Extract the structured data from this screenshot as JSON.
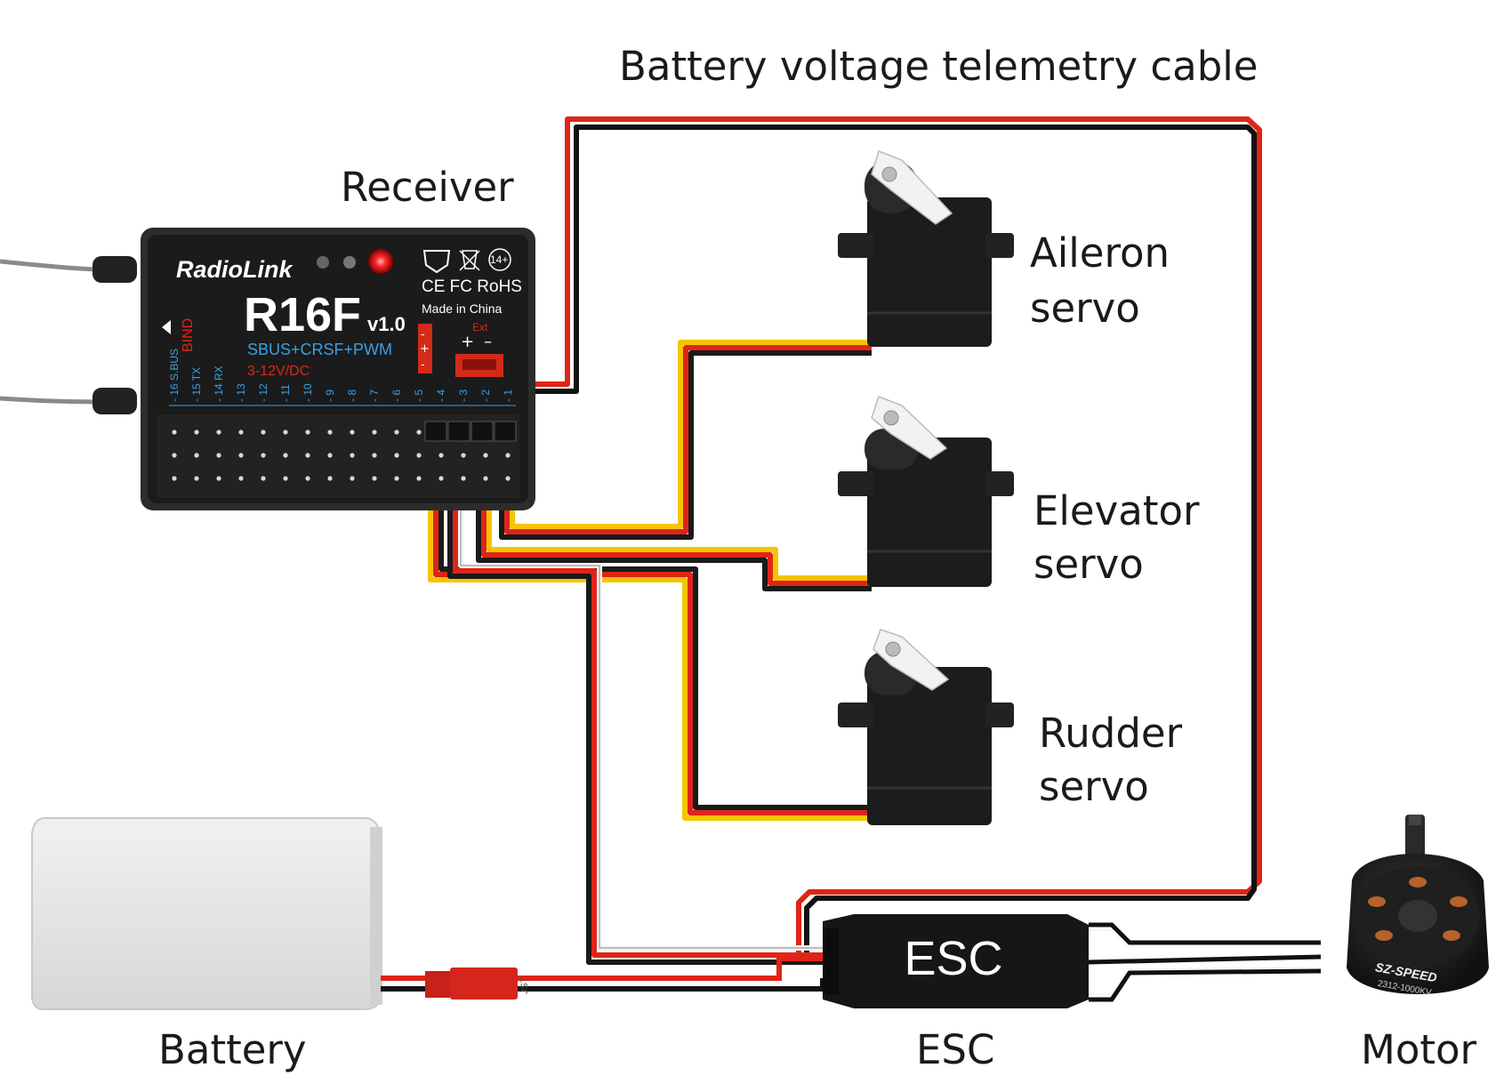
{
  "labels": {
    "telemetry_cable": "Battery voltage telemetry cable",
    "receiver": "Receiver",
    "aileron_line1": "Aileron",
    "aileron_line2": "servo",
    "elevator_line1": "Elevator",
    "elevator_line2": "servo",
    "rudder_line1": "Rudder",
    "rudder_line2": "servo",
    "battery": "Battery",
    "esc": "ESC",
    "motor": "Motor"
  },
  "receiver": {
    "brand": "RadioLink",
    "model": "R16F",
    "version": "v1.0",
    "protocols": "SBUS+CRSF+PWM",
    "voltage": "3-12V/DC",
    "bind": "BIND",
    "made_in": "Made in China",
    "certs": "CE FC RoHS",
    "age": "14+",
    "ext": "Ext",
    "channels": [
      "16 S.BUS",
      "15 TX",
      "14 RX",
      "13",
      "12",
      "11",
      "10",
      "9",
      "8",
      "7",
      "6",
      "5",
      "4",
      "3",
      "2",
      "1"
    ]
  },
  "esc_body_label": "ESC",
  "battery_plug": "JST",
  "motor_text": {
    "brand": "SZ-SPEED",
    "model": "2312-1000KV"
  },
  "colors": {
    "wire_red": "#e02418",
    "wire_black": "#111111",
    "wire_yellow": "#f5c400",
    "wire_white": "#f4f4f4",
    "receiver_body": "#1b1b1b",
    "channel_blue": "#3aa0e8",
    "led_red": "#ff2a2a"
  }
}
